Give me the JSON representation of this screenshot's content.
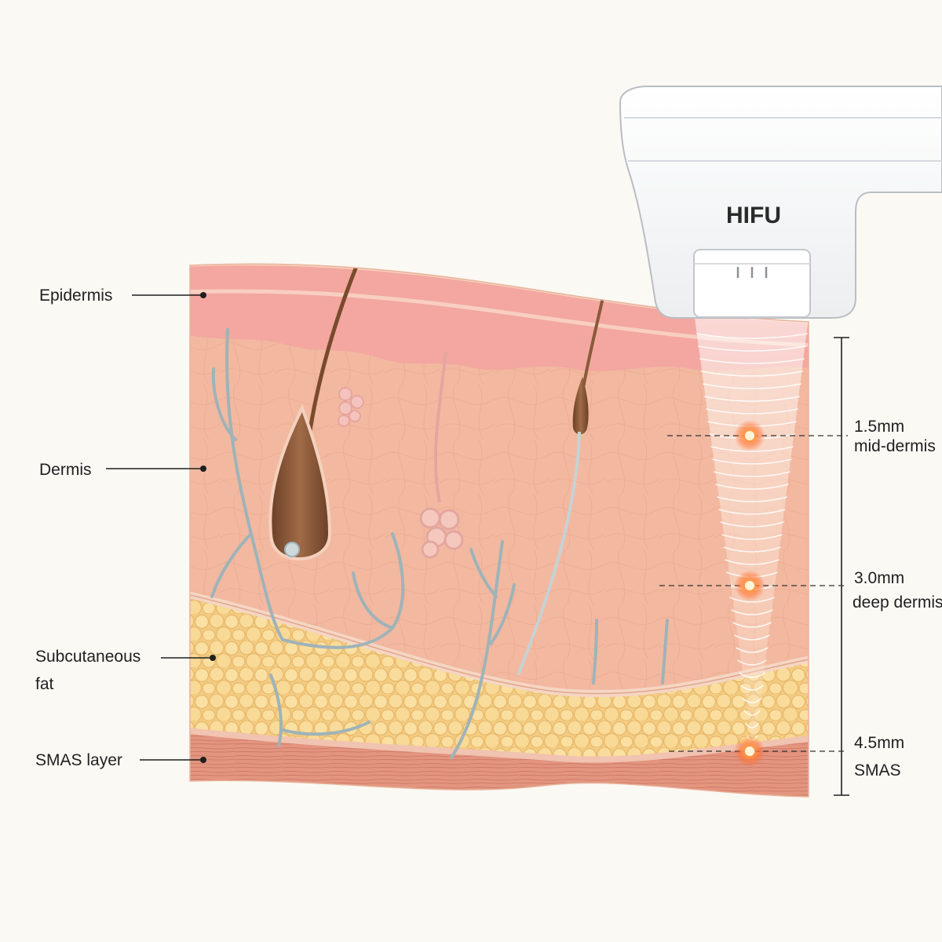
{
  "device": {
    "brand": "HIFU"
  },
  "left_labels": {
    "epidermis": "Epidermis",
    "dermis": "Dermis",
    "subcutaneous_line1": "Subcutaneous",
    "subcutaneous_line2": "fat",
    "smas": "SMAS layer"
  },
  "depths": [
    {
      "depth": "1.5mm",
      "layer": "mid-dermis"
    },
    {
      "depth": "3.0mm",
      "layer": "deep dermis"
    },
    {
      "depth": "4.5mm",
      "layer": "SMAS"
    }
  ],
  "colors": {
    "background": "#fbf9f4",
    "dermis": "#f2b9a0",
    "epidermis": "#f3a7a0",
    "fat": "#f7d48e",
    "smas": "#e49a88",
    "focal_point": "#ff7a2e",
    "vessel": "#9fb3b8",
    "hair": "#8a5a3a"
  }
}
